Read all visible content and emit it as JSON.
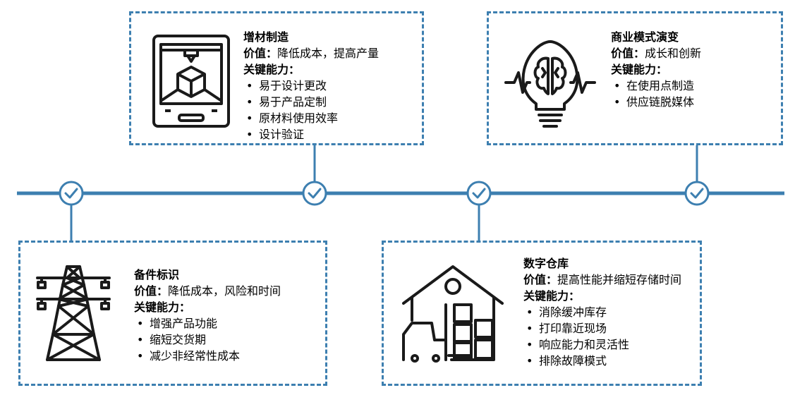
{
  "colors": {
    "accent": "#3d7fb0",
    "line": "#3d7fb0",
    "icon": "#1a1a1a"
  },
  "boxes": {
    "additive": {
      "title": "增材制造",
      "value_label": "价值：",
      "value": "降低成本，提高产量",
      "cap_label": "关键能力：",
      "items": [
        "易于设计更改",
        "易于产品定制",
        "原材料使用效率",
        "设计验证"
      ],
      "icon": "3d-printer-icon"
    },
    "business": {
      "title": "商业模式演变",
      "value_label": "价值：",
      "value": "成长和创新",
      "cap_label": "关键能力：",
      "items": [
        "在使用点制造",
        "供应链脱媒体"
      ],
      "icon": "lightbulb-brain-icon"
    },
    "spares": {
      "title": "备件标识",
      "value_label": "价值：",
      "value": "降低成本，风险和时间",
      "cap_label": "关键能力：",
      "items": [
        "增强产品功能",
        "缩短交货期",
        "减少非经常性成本"
      ],
      "icon": "power-tower-icon"
    },
    "warehouse": {
      "title": "数字仓库",
      "value_label": "价值：",
      "value": "提高性能并缩短存储时间",
      "cap_label": "关键能力：",
      "items": [
        "消除缓冲库存",
        "打印靠近现场",
        "响应能力和灵活性",
        "排除故障模式"
      ],
      "icon": "warehouse-forklift-icon"
    }
  },
  "timeline": {
    "checkpoint_icon": "check-circle-icon",
    "count": 4
  }
}
